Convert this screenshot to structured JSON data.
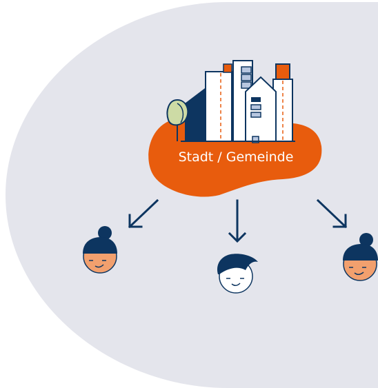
{
  "diagram": {
    "city_label": "Stadt / Gemeinde",
    "colors": {
      "background_panel": "#e4e5ec",
      "navy": "#0d3560",
      "orange": "#e85c0d",
      "face": "#f2a06e",
      "face_light": "#ffffff",
      "tree_green": "#cddba5",
      "window_blue": "#b8c7e0"
    },
    "nodes": [
      {
        "id": "city",
        "icon": "city-buildings-icon"
      },
      {
        "id": "person-left",
        "icon": "woman-bun-icon"
      },
      {
        "id": "person-center",
        "icon": "man-hair-icon"
      },
      {
        "id": "person-right",
        "icon": "woman-bun-icon"
      }
    ],
    "edges": [
      {
        "from": "city",
        "to": "person-left",
        "icon": "arrow-down-left-icon"
      },
      {
        "from": "city",
        "to": "person-center",
        "icon": "arrow-down-icon"
      },
      {
        "from": "city",
        "to": "person-right",
        "icon": "arrow-down-right-icon"
      }
    ]
  }
}
